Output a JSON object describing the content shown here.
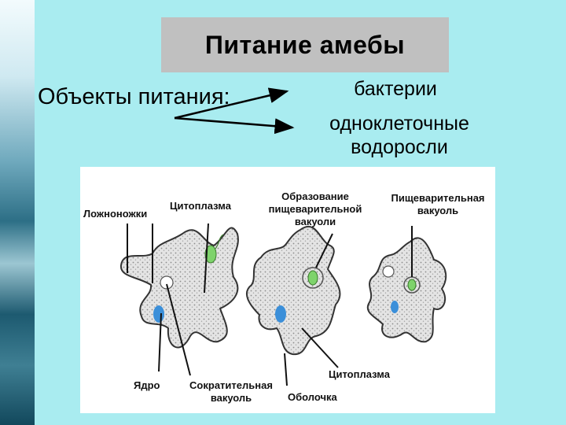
{
  "title": "Питание амебы",
  "food": {
    "label": "Объекты питания:",
    "items": [
      "бактерии",
      "одноклеточные водоросли"
    ]
  },
  "diagram": {
    "labels": {
      "pseudopods": "Ложноножки",
      "cytoplasm_top": "Цитоплазма",
      "formation": "Образование пищеварительной вакуоли",
      "digestive_vacuole": "Пищеварительная вакуоль",
      "nucleus": "Ядро",
      "contractile_vacuole": "Сократительная вакуоль",
      "cytoplasm_bottom": "Цитоплазма",
      "membrane": "Оболочка"
    }
  },
  "colors": {
    "background": "#a9ecf0",
    "title_box": "#c0c0c0",
    "nucleus": "#3b8fd9",
    "alga": "#7ed36b",
    "amoeba_fill": "#e2e2e2"
  }
}
